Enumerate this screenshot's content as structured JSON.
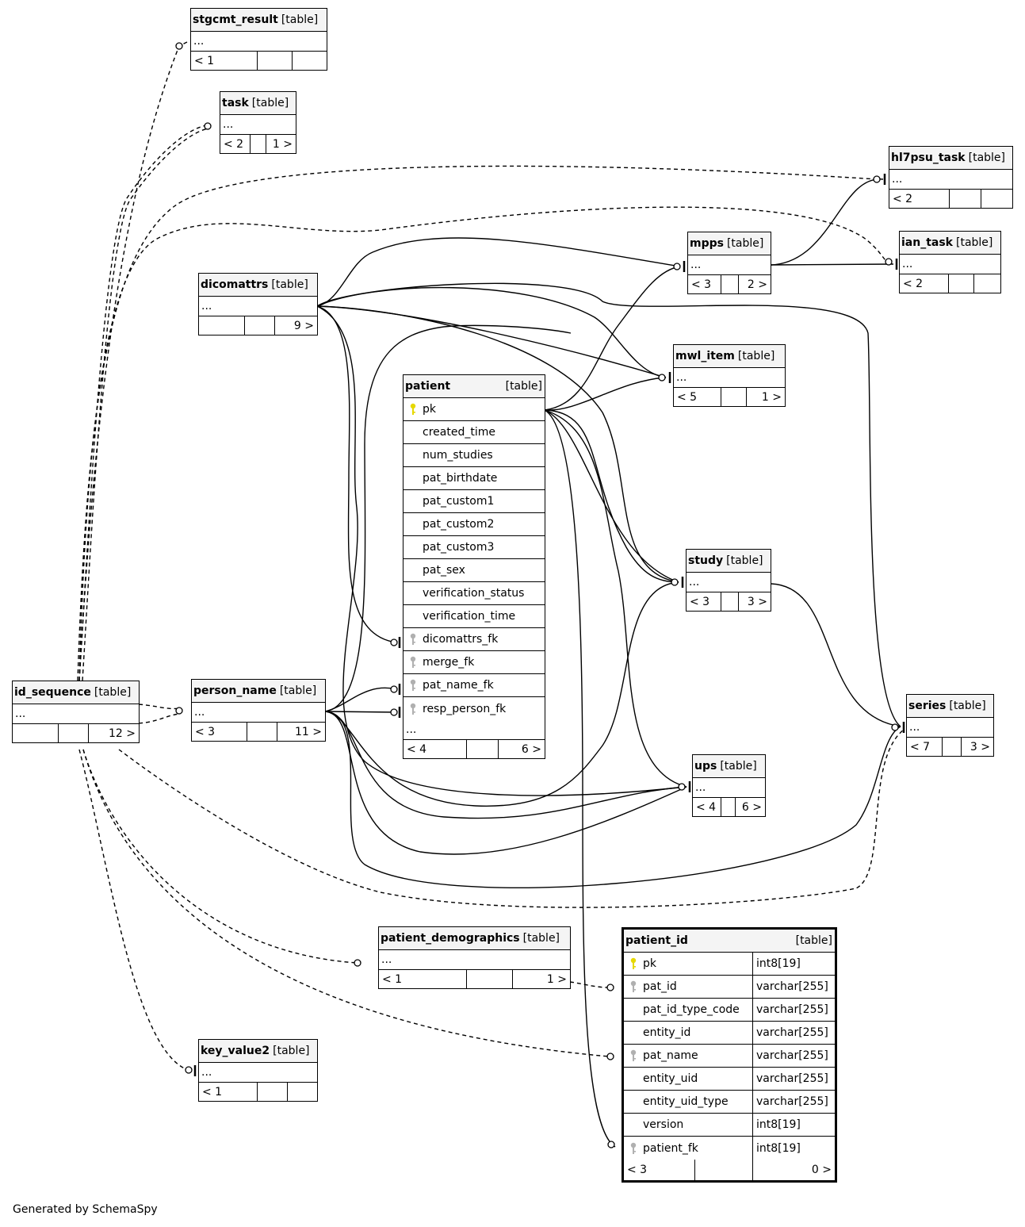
{
  "footer": "Generated by SchemaSpy",
  "colors": {
    "primary_key": "#e6d800",
    "foreign_key": "#b0b0b0",
    "header_bg": "#f4f4f4"
  },
  "tables": {
    "stgcmt_result": {
      "name": "stgcmt_result",
      "type": "[table]",
      "ellipsis": "...",
      "footer": [
        "< 1",
        "",
        ""
      ]
    },
    "task": {
      "name": "task",
      "type": "[table]",
      "ellipsis": "...",
      "footer": [
        "< 2",
        "",
        "1 >"
      ]
    },
    "hl7psu_task": {
      "name": "hl7psu_task",
      "type": "[table]",
      "ellipsis": "...",
      "footer": [
        "< 2",
        "",
        ""
      ]
    },
    "ian_task": {
      "name": "ian_task",
      "type": "[table]",
      "ellipsis": "...",
      "footer": [
        "< 2",
        "",
        ""
      ]
    },
    "mpps": {
      "name": "mpps",
      "type": "[table]",
      "ellipsis": "...",
      "footer": [
        "< 3",
        "",
        "2 >"
      ]
    },
    "dicomattrs": {
      "name": "dicomattrs",
      "type": "[table]",
      "ellipsis": "...",
      "footer": [
        "",
        "",
        "9 >"
      ]
    },
    "mwl_item": {
      "name": "mwl_item",
      "type": "[table]",
      "ellipsis": "...",
      "footer": [
        "< 5",
        "",
        "1 >"
      ]
    },
    "study": {
      "name": "study",
      "type": "[table]",
      "ellipsis": "...",
      "footer": [
        "< 3",
        "",
        "3 >"
      ]
    },
    "series": {
      "name": "series",
      "type": "[table]",
      "ellipsis": "...",
      "footer": [
        "< 7",
        "",
        "3 >"
      ]
    },
    "ups": {
      "name": "ups",
      "type": "[table]",
      "ellipsis": "...",
      "footer": [
        "< 4",
        "",
        "6 >"
      ]
    },
    "id_sequence": {
      "name": "id_sequence",
      "type": "[table]",
      "ellipsis": "...",
      "footer": [
        "",
        "",
        "12 >"
      ]
    },
    "person_name": {
      "name": "person_name",
      "type": "[table]",
      "ellipsis": "...",
      "footer": [
        "< 3",
        "",
        "11 >"
      ]
    },
    "patient_demographics": {
      "name": "patient_demographics",
      "type": "[table]",
      "ellipsis": "...",
      "footer": [
        "< 1",
        "",
        "1 >"
      ]
    },
    "key_value2": {
      "name": "key_value2",
      "type": "[table]",
      "ellipsis": "...",
      "footer": [
        "< 1",
        "",
        ""
      ]
    },
    "patient": {
      "name": "patient",
      "type": "[table]",
      "columns": [
        {
          "name": "pk",
          "key": "pk"
        },
        {
          "name": "created_time",
          "key": ""
        },
        {
          "name": "num_studies",
          "key": ""
        },
        {
          "name": "pat_birthdate",
          "key": ""
        },
        {
          "name": "pat_custom1",
          "key": ""
        },
        {
          "name": "pat_custom2",
          "key": ""
        },
        {
          "name": "pat_custom3",
          "key": ""
        },
        {
          "name": "pat_sex",
          "key": ""
        },
        {
          "name": "verification_status",
          "key": ""
        },
        {
          "name": "verification_time",
          "key": ""
        },
        {
          "name": "dicomattrs_fk",
          "key": "fk"
        },
        {
          "name": "merge_fk",
          "key": "fk"
        },
        {
          "name": "pat_name_fk",
          "key": "fk"
        },
        {
          "name": "resp_person_fk",
          "key": "fk"
        }
      ],
      "ellipsis": "...",
      "footer": [
        "< 4",
        "",
        "6 >"
      ]
    },
    "patient_id": {
      "name": "patient_id",
      "type": "[table]",
      "columns": [
        {
          "name": "pk",
          "type": "int8[19]",
          "key": "pk"
        },
        {
          "name": "pat_id",
          "type": "varchar[255]",
          "key": "fk"
        },
        {
          "name": "pat_id_type_code",
          "type": "varchar[255]",
          "key": ""
        },
        {
          "name": "entity_id",
          "type": "varchar[255]",
          "key": ""
        },
        {
          "name": "pat_name",
          "type": "varchar[255]",
          "key": "fk"
        },
        {
          "name": "entity_uid",
          "type": "varchar[255]",
          "key": ""
        },
        {
          "name": "entity_uid_type",
          "type": "varchar[255]",
          "key": ""
        },
        {
          "name": "version",
          "type": "int8[19]",
          "key": ""
        },
        {
          "name": "patient_fk",
          "type": "int8[19]",
          "key": "fk"
        }
      ],
      "footer": [
        "< 3",
        "",
        "0 >"
      ]
    }
  }
}
